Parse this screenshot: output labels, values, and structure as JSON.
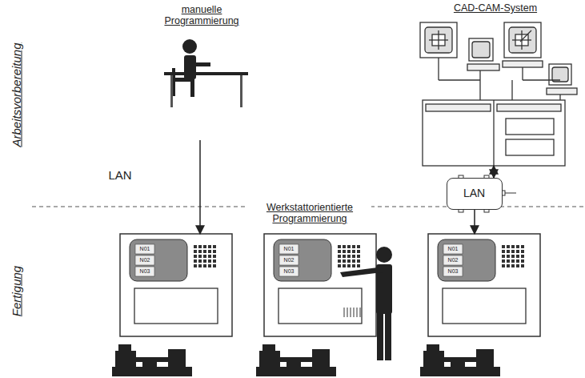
{
  "diagram": {
    "nodes": [
      {
        "text": [
          "manuelle Programmierung"
        ]
      },
      {
        "text": [
          "CAD-CAM-System"
        ]
      },
      {
        "text": [
          "LAN"
        ]
      },
      {
        "text": [
          "N01",
          "N02",
          "N03"
        ]
      },
      {
        "text": [
          "Werkstattorientierte Programmierung",
          "N01",
          "N02",
          "N03"
        ]
      },
      {
        "text": [
          "N01",
          "N02",
          "N03"
        ]
      }
    ],
    "edges": [
      {
        "from": 0,
        "to": 3,
        "arrow": "to",
        "label": "LAN"
      },
      {
        "from": 1,
        "to": 2,
        "arrow": "both"
      },
      {
        "from": 2,
        "to": 5,
        "arrow": "to"
      }
    ],
    "labels": [
      "Arbeitsvorbereitung",
      "Fertigung"
    ]
  }
}
